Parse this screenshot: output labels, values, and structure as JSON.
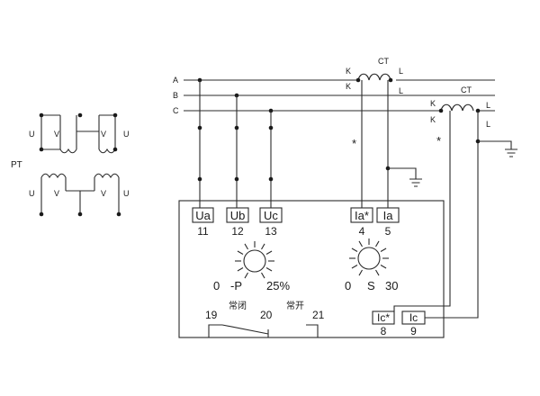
{
  "pt": {
    "label": "PT",
    "top": {
      "left_u": "U",
      "left_v": "V",
      "right_v": "V",
      "right_u": "U"
    },
    "bottom": {
      "left_u": "U",
      "left_v": "V",
      "right_v": "V",
      "right_u": "U"
    }
  },
  "phases": {
    "a": "A",
    "b": "B",
    "c": "C"
  },
  "ct_a": {
    "label": "CT",
    "k_top": "K",
    "k_bottom": "K",
    "l_top": "L",
    "l_bottom": "L"
  },
  "ct_c": {
    "label": "CT",
    "k_top": "K",
    "k_bottom": "K",
    "l_top": "L",
    "l_bottom": "L"
  },
  "polarity_mark": "*",
  "terminals": {
    "ua": {
      "label": "Ua",
      "number": "11"
    },
    "ub": {
      "label": "Ub",
      "number": "12"
    },
    "uc": {
      "label": "Uc",
      "number": "13"
    },
    "ia_star": {
      "label": "Ia*",
      "number": "4"
    },
    "ia": {
      "label": "Ia",
      "number": "5"
    },
    "ic_star": {
      "label": "Ic*",
      "number": "8"
    },
    "ic": {
      "label": "Ic",
      "number": "9"
    }
  },
  "dial_p": {
    "min": "0",
    "name": "-P",
    "max": "25%"
  },
  "dial_s": {
    "min": "0",
    "name": "S",
    "max": "30"
  },
  "contacts": {
    "nc_label": "常闭",
    "no_label": "常开",
    "t19": "19",
    "t20": "20",
    "t21": "21"
  }
}
